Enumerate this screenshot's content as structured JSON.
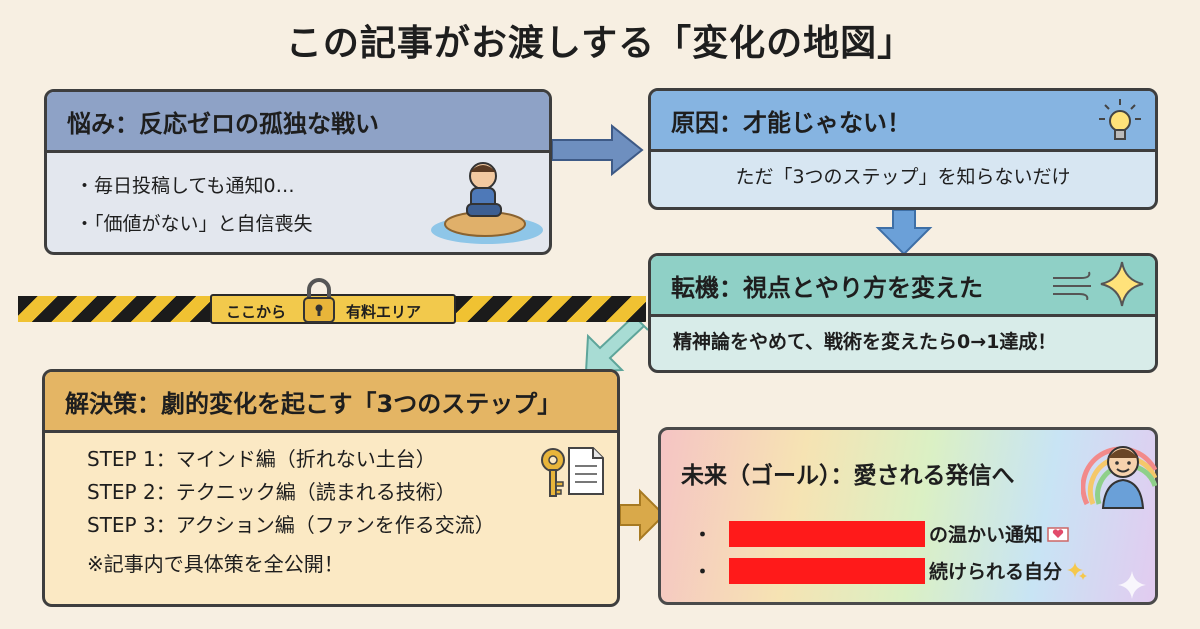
{
  "title": "この記事がお渡しする「変化の地図」",
  "worry": {
    "header": "悩み：反応ゼロの孤独な戦い",
    "items": [
      "・毎日投稿しても通知0…",
      "・「価値がない」と自信喪失"
    ]
  },
  "cause": {
    "header": "原因：才能じゃない！",
    "body": "ただ「3つのステップ」を知らないだけ"
  },
  "turning_point": {
    "header": "転機：視点とやり方を変えた",
    "body": "精神論をやめて、戦術を変えたら0→1達成！"
  },
  "paywall": {
    "left": "ここから",
    "right": "有料エリア"
  },
  "solution": {
    "header": "解決策：劇的変化を起こす「3つのステップ」",
    "steps": [
      "STEP 1：マインド編（折れない土台）",
      "STEP 2：テクニック編（読まれる技術）",
      "STEP 3：アクション編（ファンを作る交流）"
    ],
    "note": "※記事内で具体策を全公開！"
  },
  "future": {
    "header": "未来（ゴール）：愛される発信へ",
    "items": [
      "の温かい通知",
      "続けられる自分"
    ]
  },
  "colors": {
    "background": "#f7efe2",
    "worry_header": "#8ea2c6",
    "cause_header": "#86b4e1",
    "turn_header": "#8fd0c6",
    "solution_header": "#e4b564",
    "redaction": "#ff1a1a"
  },
  "icons": [
    "sad-person-on-island-icon",
    "lightbulb-icon",
    "wind-icon",
    "sparkle-icon",
    "padlock-icon",
    "key-icon",
    "document-icon",
    "smiling-person-icon",
    "rainbow-icon",
    "heart-letter-icon",
    "sparkles-icon",
    "arrow-icon"
  ]
}
